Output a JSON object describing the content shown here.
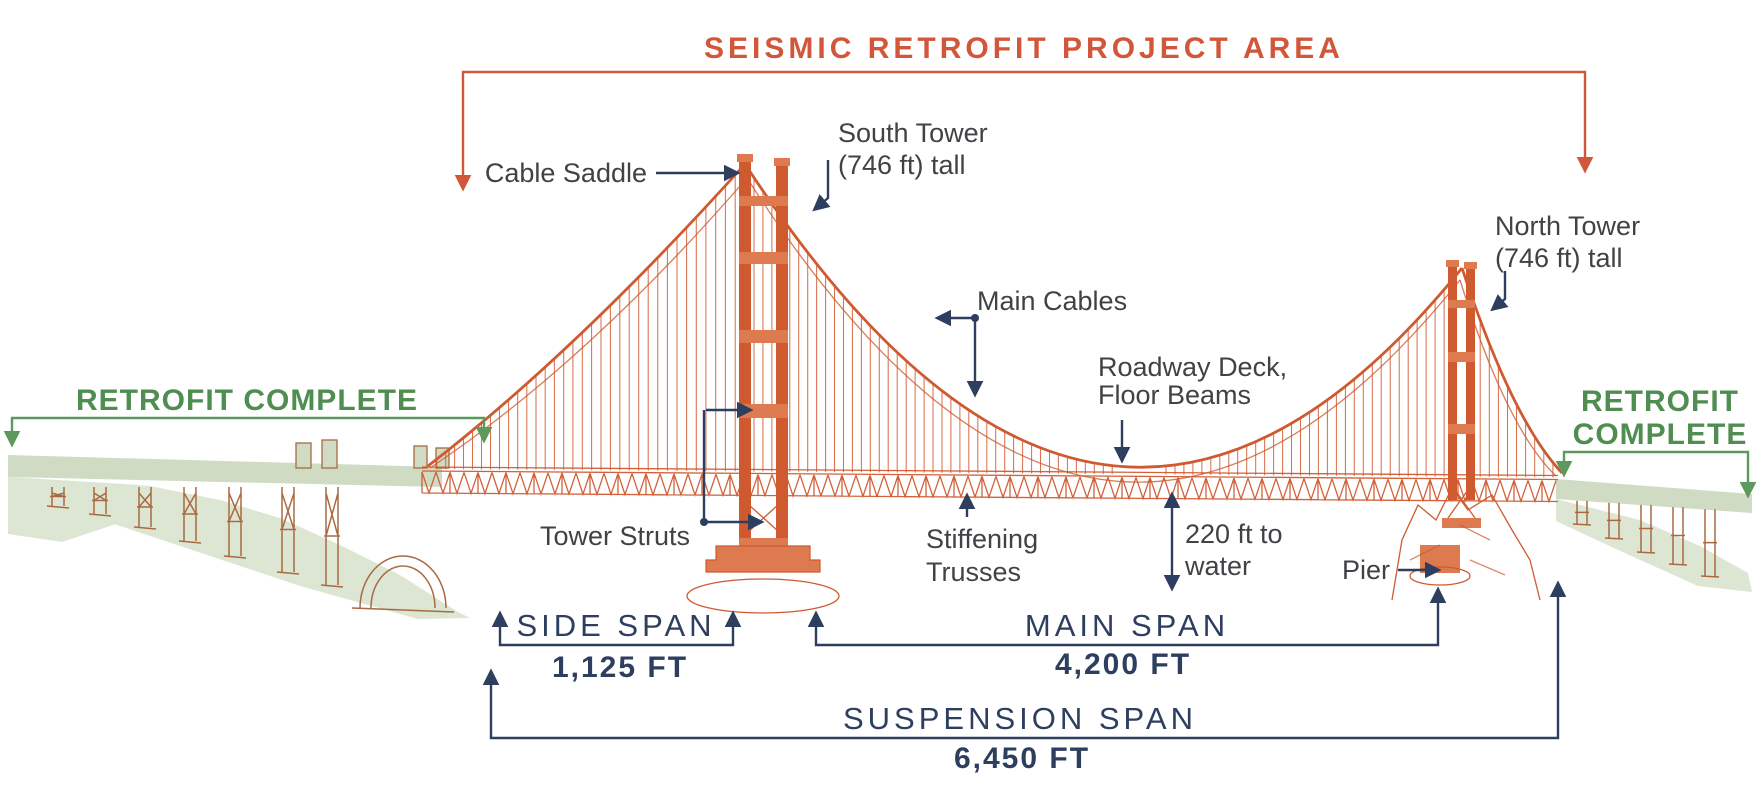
{
  "colors": {
    "accent_orange": "#d2573a",
    "accent_navy": "#2d3e5f",
    "accent_green": "#4f8d51",
    "label_gray": "#414246",
    "bridge_orange": "#cf5a30",
    "approach_sage": "#cfdbc3"
  },
  "header": {
    "title": "SEISMIC RETROFIT PROJECT AREA"
  },
  "retrofit": {
    "left_label": "RETROFIT COMPLETE",
    "right_line1": "RETROFIT",
    "right_line2": "COMPLETE"
  },
  "labels": {
    "cable_saddle": "Cable Saddle",
    "south_tower_line1": "South Tower",
    "south_tower_line2": "(746 ft) tall",
    "north_tower_line1": "North Tower",
    "north_tower_line2": "(746 ft) tall",
    "main_cables": "Main Cables",
    "roadway_deck_line1": "Roadway Deck,",
    "roadway_deck_line2": "Floor Beams",
    "tower_struts": "Tower Struts",
    "stiffening_trusses_line1": "Stiffening",
    "stiffening_trusses_line2": "Trusses",
    "water_clearance_line1": "220 ft to",
    "water_clearance_line2": "water",
    "pier": "Pier"
  },
  "measurements": {
    "side_span": {
      "label": "SIDE SPAN",
      "value": "1,125 FT"
    },
    "main_span": {
      "label": "MAIN SPAN",
      "value": "4,200 FT"
    },
    "suspension_span": {
      "label": "SUSPENSION SPAN",
      "value": "6,450 FT"
    }
  }
}
